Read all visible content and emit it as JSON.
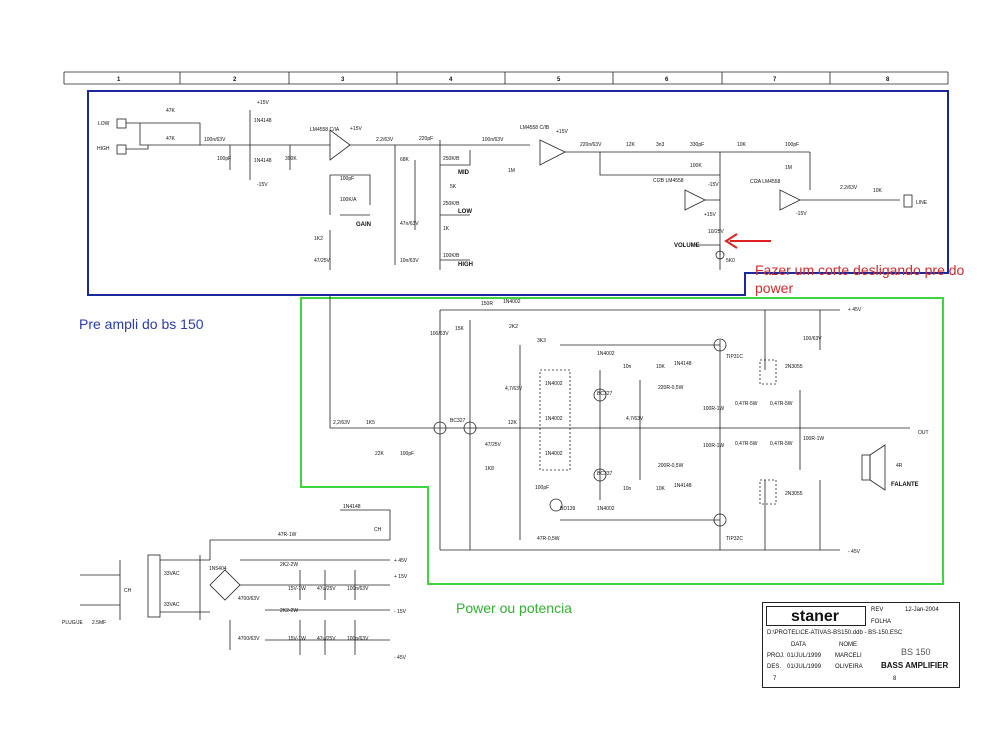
{
  "columns": [
    "1",
    "2",
    "3",
    "4",
    "5",
    "6",
    "7",
    "8"
  ],
  "annotations": {
    "pre": "Pre ampli do bs 150",
    "power": "Power ou potencia",
    "cut": "Fazer um corte desligando pre do power"
  },
  "colors": {
    "pre_box": "#1a2a9c",
    "power_box": "#3ed63e",
    "cut_note": "#d42a2a",
    "arrow": "#e02020"
  },
  "inputs": {
    "low": "LOW",
    "high": "HIGH"
  },
  "preamp_labels": [
    "47K",
    "47K",
    "100n/63V",
    "100pF",
    "1N4148",
    "1N4148",
    "+15V",
    "-15V",
    "390K",
    "LM4558 C/IA",
    "+15V",
    "2.2/63V",
    "220pF",
    "68K",
    "100pF",
    "100K/A",
    "GAIN",
    "1K2",
    "47/25V",
    "47n/63V",
    "10n/63V",
    "250K/B",
    "MID",
    "250K/B",
    "LOW",
    "1K",
    "100n/63V",
    "5K",
    "100K/B",
    "HIGH",
    "LM4558 C/IB",
    "+15V",
    "1M",
    "220n/63V",
    "12K",
    "3n3",
    "330pF",
    "100K",
    "10K",
    "100pF",
    "1M",
    "CI2B LM4558",
    "-15V",
    "+15V",
    "CI2A LM4558",
    "2.2/63V",
    "10K",
    "LINE",
    "-15V",
    "VOLUME",
    "10/25V",
    "5K0"
  ],
  "power_labels": [
    "150R",
    "1N4002",
    "+ 45V",
    "100/63V",
    "15K",
    "3K3",
    "2K2",
    "1N4002",
    "10n",
    "10K",
    "1N4148",
    "2N3055",
    "220R-0,5W",
    "BC327",
    "BC327",
    "4,7/63V",
    "1N4002",
    "1N4002",
    "1N4002",
    "4,7/63V",
    "100R-1W",
    "0,47R-5W",
    "0,47R-5W",
    "2,2/63V",
    "1K5",
    "22K",
    "100pF",
    "12K",
    "1K8",
    "47/25V",
    "100R-1W",
    "0,47R-5W",
    "0,47R-5W",
    "200R-0,5W",
    "BC337",
    "10n",
    "10K",
    "1N4148",
    "2N3055",
    "100pF",
    "BD139",
    "1N4002",
    "TIP32C",
    "TIP31C",
    "47R-0,5W",
    "100R-1W",
    "100/63V",
    "- 45V",
    "4R",
    "OUT",
    "FALANTE"
  ],
  "psu_labels": [
    "PLUG/JE",
    "2.5MF",
    "CH",
    "1N4148",
    "CH",
    "47R-1W",
    "33VAC",
    "33VAC",
    "1N5404",
    "4700/63V",
    "4700/63V",
    "2K2-2W",
    "15V-1W",
    "47u/25V",
    "100n/63V",
    "2K2-2W",
    "15V-1W",
    "47u/25V",
    "100n/63V",
    "+ 45V",
    "+ 15V",
    "- 15V",
    "- 45V"
  ],
  "title_block": {
    "brand": "staner",
    "rev_label": "REV",
    "date_value": "12-Jan-2004",
    "folha_label": "FOLHA",
    "path": "D:\\PROTEL\\CE-ATIVAS-BS150.ddb - BS-150.ESC",
    "data_label": "DATA",
    "nome_label": "NOME",
    "proj_label": "PROJ.",
    "proj_date": "01/JUL/1999",
    "proj_name": "MARCELI",
    "des_label": "DES.",
    "des_date": "01/JUL/1999",
    "des_name": "OLIVEIRA",
    "model": "BS 150",
    "title": "BASS AMPLIFIER",
    "col7": "7",
    "col8": "8"
  }
}
